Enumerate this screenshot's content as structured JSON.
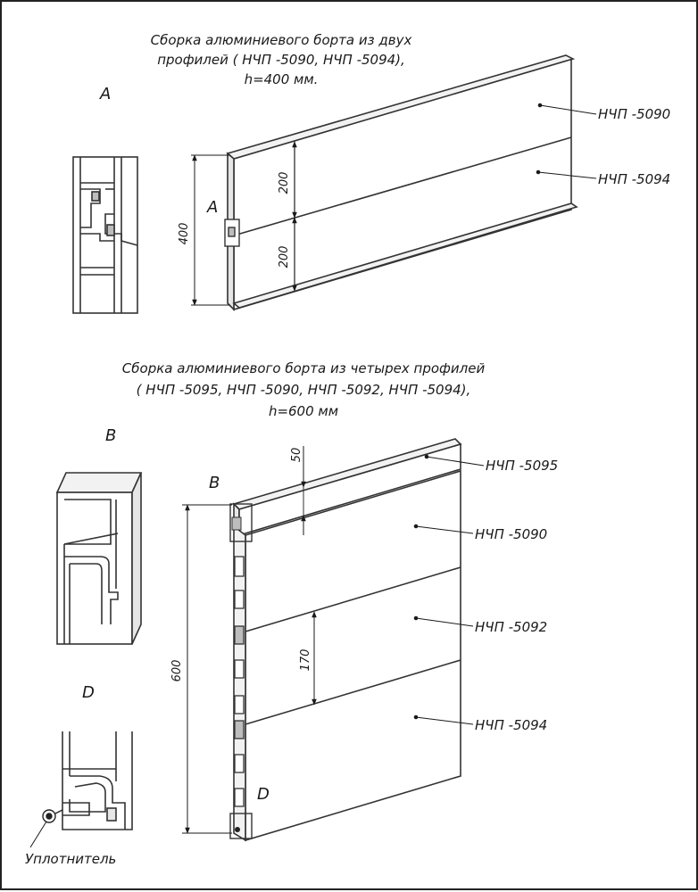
{
  "page_frame_color": "#222222",
  "colors": {
    "line": "#3a3a3a",
    "paper": "#ffffff",
    "tint": "#f2f2f2"
  },
  "section1": {
    "title_line1": "Сборка алюминиевого борта из двух",
    "title_line2": "профилей ( НЧП -5090,  НЧП -5094),",
    "title_line3": "h=400  мм.",
    "detail_letter": "A",
    "callout_letter": "A",
    "dim_total": "400",
    "dim_upper": "200",
    "dim_lower": "200",
    "part_upper": "НЧП -5090",
    "part_lower": "НЧП -5094"
  },
  "section2": {
    "title_line1": "Сборка алюминиевого борта из четырех профилей",
    "title_line2": "( НЧП -5095,  НЧП -5090,  НЧП -5092,  НЧП -5094),",
    "title_line3": "h=600  мм",
    "detail_b_letter": "B",
    "detail_d_letter": "D",
    "callout_b": "B",
    "callout_d": "D",
    "dim_total": "600",
    "dim_top": "50",
    "dim_mid": "170",
    "part_1": "НЧП -5095",
    "part_2": "НЧП -5090",
    "part_3": "НЧП -5092",
    "part_4": "НЧП -5094",
    "seal_label": "Уплотнитель"
  }
}
